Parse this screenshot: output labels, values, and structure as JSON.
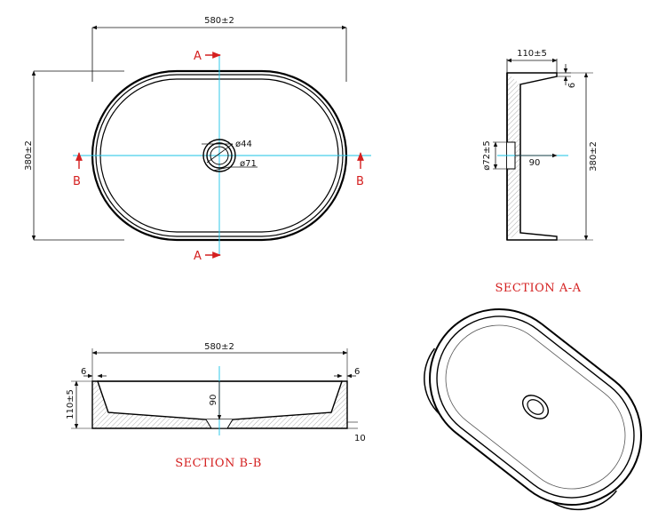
{
  "plan_view": {
    "width_dim": "580±2",
    "height_dim": "380±2",
    "drain_inner": "ø44",
    "drain_outer": "ø71",
    "section_a": "A",
    "section_b": "B"
  },
  "section_aa": {
    "title": "SECTION A-A",
    "top_dim": "110±5",
    "rim_dim": "6",
    "drain_dim": "ø72±5",
    "depth_dim": "90",
    "height_dim": "380±2"
  },
  "section_bb": {
    "title": "SECTION B-B",
    "width_dim": "580±2",
    "rim_left": "6",
    "rim_right": "6",
    "height_dim": "110±5",
    "depth_dim": "90",
    "base_dim": "10"
  },
  "colors": {
    "outline": "#000000",
    "centerline": "#19c3e6",
    "section_mark": "#d42020",
    "dimension": "#111111"
  }
}
